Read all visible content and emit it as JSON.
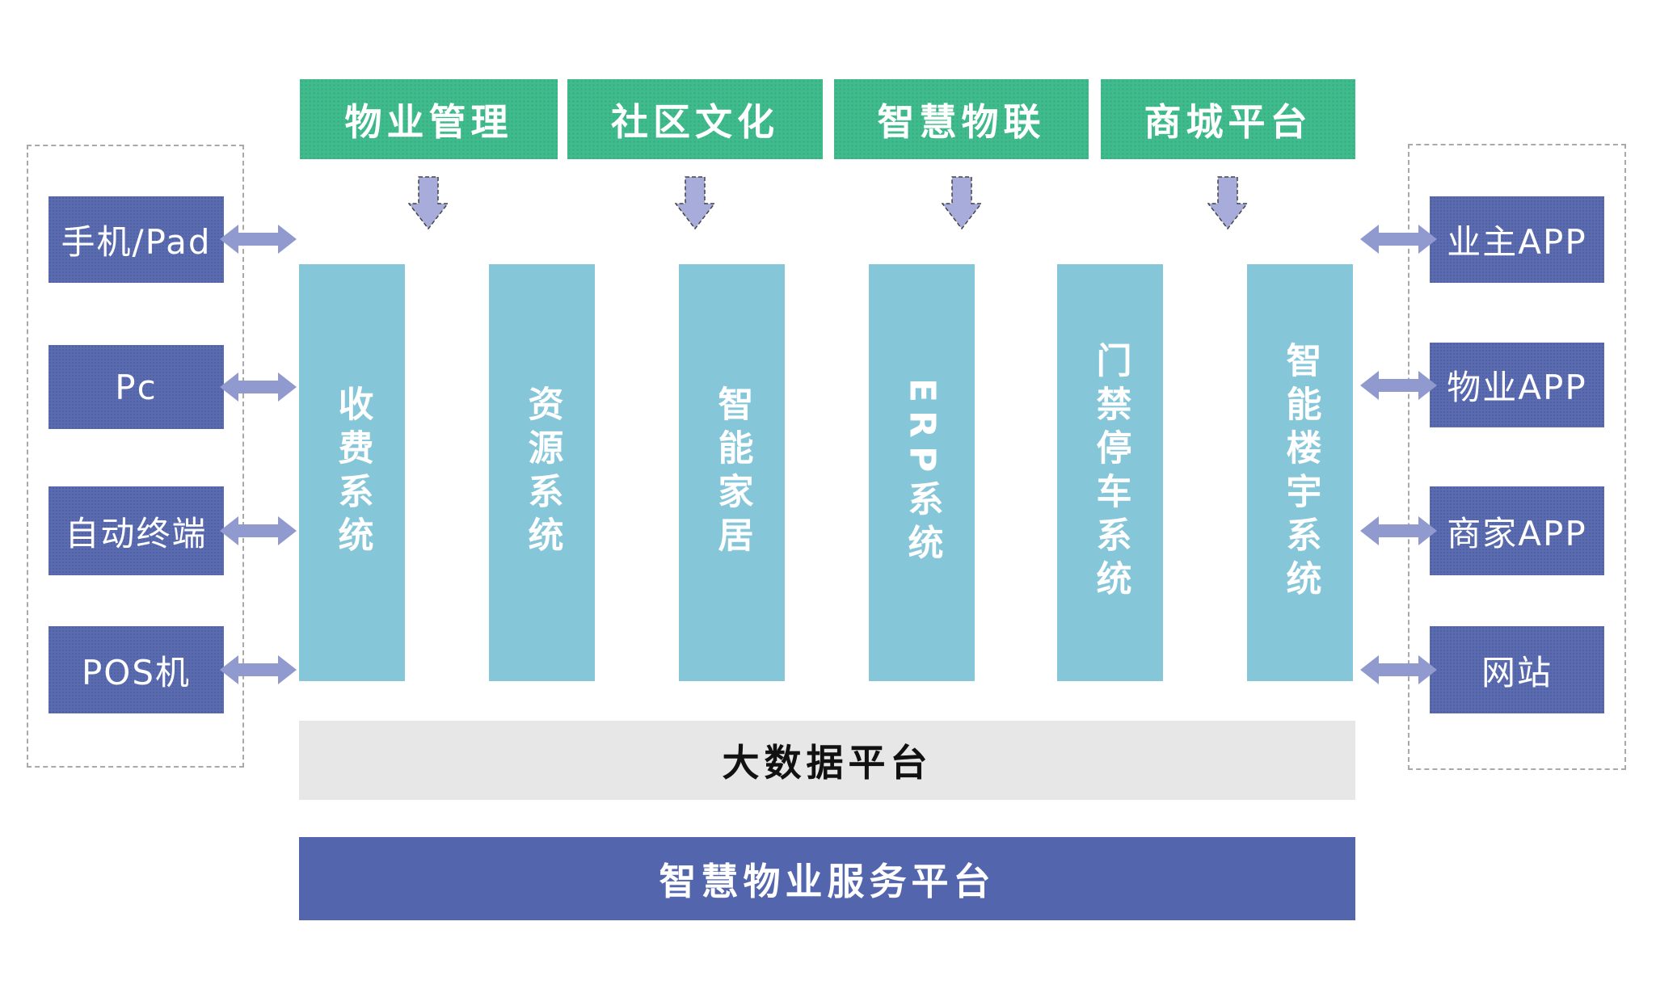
{
  "diagram": {
    "top_modules": [
      "物业管理",
      "社区文化",
      "智慧物联",
      "商城平台"
    ],
    "left_devices": [
      "手机/Pad",
      "Pc",
      "自动终端",
      "POS机"
    ],
    "right_clients": [
      "业主APP",
      "物业APP",
      "商家APP",
      "网站"
    ],
    "system_columns": [
      "收费系统",
      "资源系统",
      "智能家居",
      "ERP系统",
      "门禁停车系统",
      "智能楼宇系统"
    ],
    "data_layer_label": "大数据平台",
    "platform_layer_label": "智慧物业服务平台",
    "icons": {
      "down_arrow": "down-arrow-icon",
      "bidirectional_arrow": "left-right-arrow-icon"
    },
    "colors": {
      "module-green": "#3FBC8A",
      "device-purple": "#5A6BB0",
      "system-blue": "#85C6D8",
      "h-arrow-purple": "#919ACE",
      "down-arrow-purple": "#A7ACDB",
      "data-bar-gray": "#E7E7E7",
      "platform-purple": "#5365AC"
    }
  }
}
